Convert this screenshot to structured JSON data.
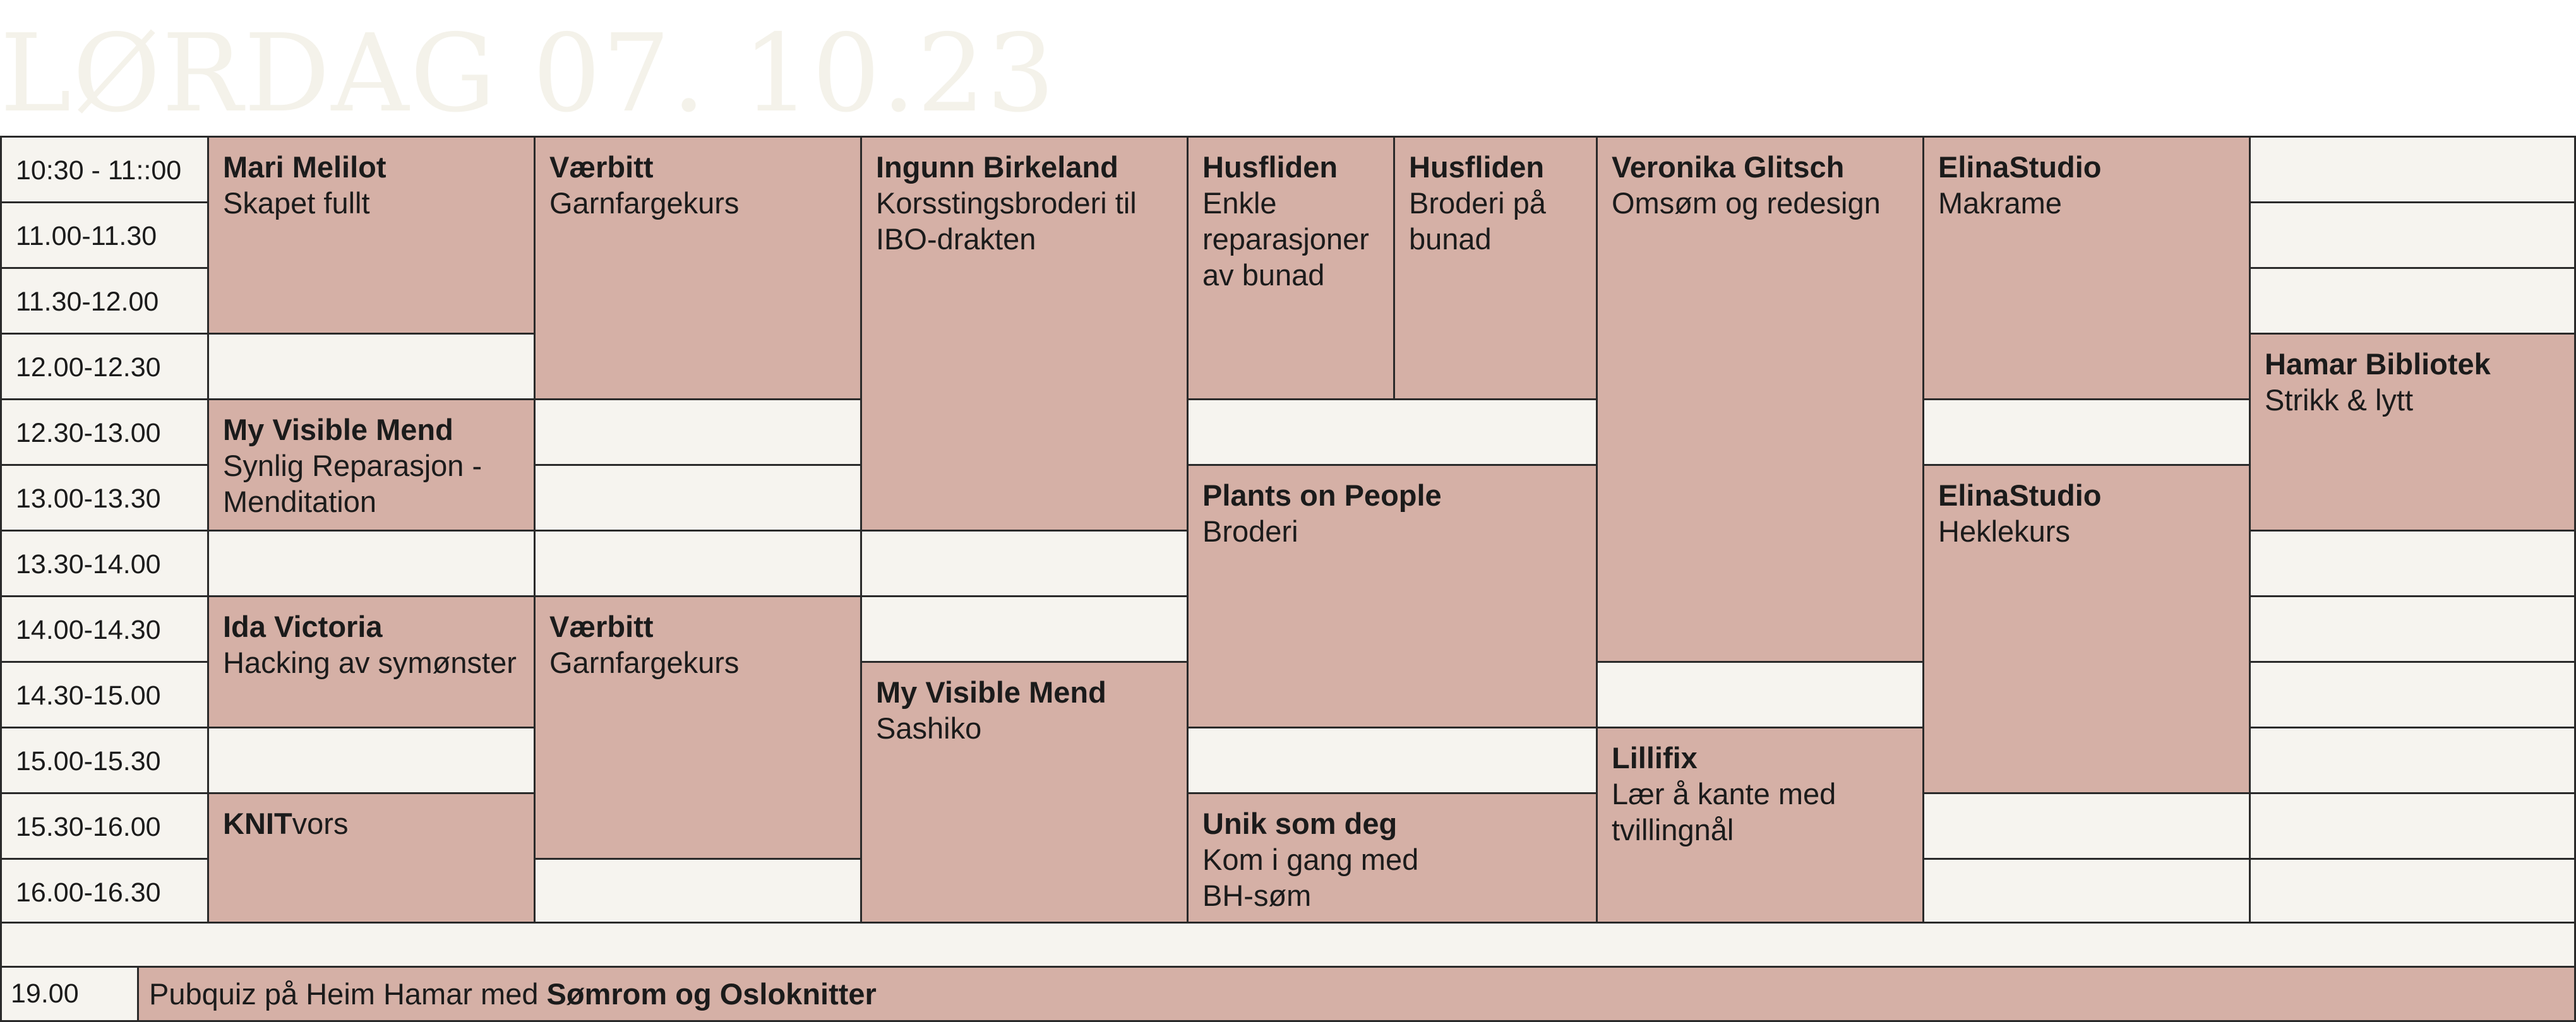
{
  "title": "LØRDAG 07. 10.23",
  "colors": {
    "event_fill": "#d5b0a6",
    "empty_fill": "#f6f4ef",
    "border": "#2a2a2a",
    "title": "#f4f2ea"
  },
  "time_slots": [
    "10:30 - 11::00",
    "11.00-11.30",
    "11.30-12.00",
    "12.00-12.30",
    "12.30-13.00",
    "13.00-13.30",
    "13.30-14.00",
    "14.00-14.30",
    "14.30-15.00",
    "15.00-15.30",
    "15.30-16.00",
    "16.00-16.30"
  ],
  "events": {
    "mari_melilot": {
      "org": "Mari Melilot",
      "desc": "Skapet fullt"
    },
    "my_visible_mend_1": {
      "org": "My Visible Mend",
      "desc": "Synlig Reparasjon - Menditation"
    },
    "ida_victoria": {
      "org": "Ida Victoria",
      "desc": "Hacking av symønster"
    },
    "knitvors": {
      "org": "KNIT",
      "desc": "vors"
    },
    "vaerbitt_1": {
      "org": "Værbitt",
      "desc": "Garnfargekurs"
    },
    "vaerbitt_2": {
      "org": "Værbitt",
      "desc": "Garnfargekurs"
    },
    "ingunn_birkeland": {
      "org": "Ingunn Birkeland",
      "desc": "Korsstingsbroderi til IBO-drakten"
    },
    "my_visible_mend_2": {
      "org": "My Visible Mend",
      "desc": "Sashiko"
    },
    "husfliden_1": {
      "org": "Husfliden",
      "desc": "Enkle reparasjoner av bunad"
    },
    "husfliden_2": {
      "org": "Husfliden",
      "desc": "Broderi på bunad"
    },
    "plants_on_people": {
      "org": "Plants on People",
      "desc": "Broderi"
    },
    "unik_som_deg": {
      "org": "Unik som deg",
      "desc": "Kom i gang med BH-søm"
    },
    "veronika_glitsch": {
      "org": "Veronika Glitsch",
      "desc": "Omsøm og redesign"
    },
    "lillifix": {
      "org": "Lillifix",
      "desc": "Lær å kante med tvillingnål"
    },
    "elinastudio_1": {
      "org": "ElinaStudio",
      "desc": "Makrame"
    },
    "elinastudio_2": {
      "org": "ElinaStudio",
      "desc": "Heklekurs"
    },
    "hamar_bibliotek": {
      "org": "Hamar Bibliotek",
      "desc": "Strikk & lytt"
    }
  },
  "evening": {
    "time": "19.00",
    "text": "Pubquiz på Heim Hamar med ",
    "highlight": "Sømrom og Osloknitter"
  }
}
